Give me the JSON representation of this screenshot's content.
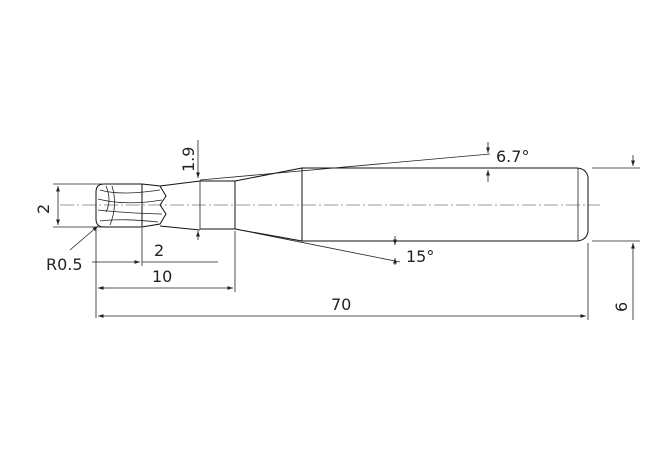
{
  "drawing": {
    "type": "technical drawing - end mill",
    "dimensions": {
      "neck_diameter": "1.9",
      "taper_angle": "6.7°",
      "cutter_diameter": "2",
      "corner_radius": "R0.5",
      "flute_length": "2",
      "neck_length": "10",
      "back_angle": "15°",
      "overall_length": "70",
      "shank_diameter": "6"
    }
  }
}
